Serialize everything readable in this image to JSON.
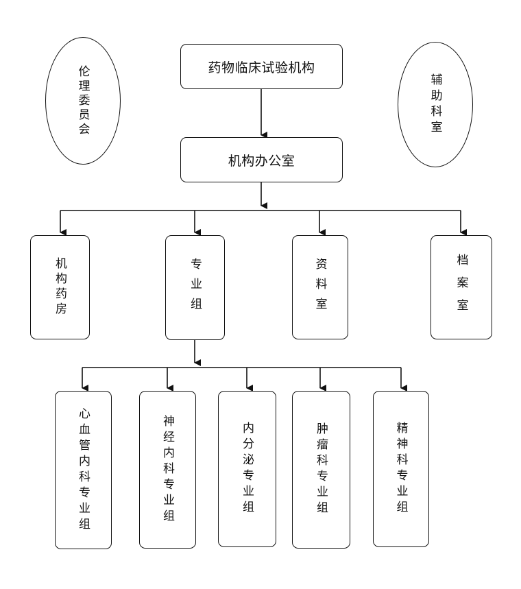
{
  "diagram": {
    "top": "药物临床试验机构",
    "office": "机构办公室",
    "ethics": "伦理委员会",
    "aux": "辅助科室",
    "level2": [
      "机构药房",
      "专业组",
      "资料室",
      "档案室"
    ],
    "level3": [
      "心血管内科专业组",
      "神经内科专业组",
      "内分泌专业组",
      "肿瘤科专业组",
      "精神科专业组"
    ]
  }
}
